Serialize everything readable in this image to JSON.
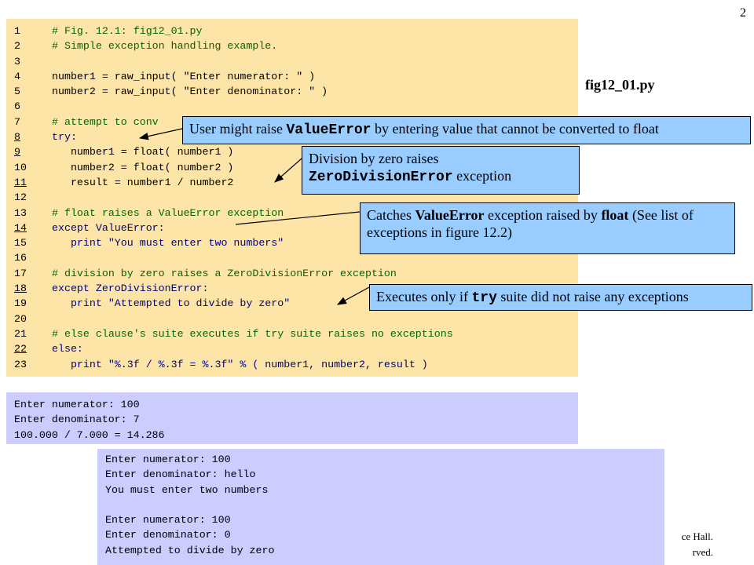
{
  "slide": {
    "page_number": "2",
    "filename": "fig12_01.py",
    "copyright_line1": "ce Hall.",
    "copyright_line2": "rved."
  },
  "code": [
    {
      "num": "1",
      "underline": false,
      "text": "# Fig. 12.1: fig12_01.py",
      "kind": "comment"
    },
    {
      "num": "2",
      "underline": false,
      "text": "# Simple exception handling example.",
      "kind": "comment"
    },
    {
      "num": "3",
      "underline": false,
      "text": "",
      "kind": "plain"
    },
    {
      "num": "4",
      "underline": false,
      "text": "number1 = raw_input( \"Enter numerator: \" )",
      "kind": "plain"
    },
    {
      "num": "5",
      "underline": false,
      "text": "number2 = raw_input( \"Enter denominator: \" )",
      "kind": "plain"
    },
    {
      "num": "6",
      "underline": false,
      "text": "",
      "kind": "plain"
    },
    {
      "num": "7",
      "underline": false,
      "text": "# attempt to conv",
      "kind": "comment"
    },
    {
      "num": "8",
      "underline": true,
      "text": "try:",
      "kind": "keyword"
    },
    {
      "num": "9",
      "underline": true,
      "text": "   number1 = float( number1 )",
      "kind": "plain"
    },
    {
      "num": "10",
      "underline": false,
      "text": "   number2 = float( number2 )",
      "kind": "plain"
    },
    {
      "num": "11",
      "underline": true,
      "text": "   result = number1 / number2",
      "kind": "plain"
    },
    {
      "num": "12",
      "underline": false,
      "text": "",
      "kind": "plain"
    },
    {
      "num": "13",
      "underline": false,
      "text": "# float raises a ValueError exception",
      "kind": "comment"
    },
    {
      "num": "14",
      "underline": true,
      "text": "except ValueError:",
      "kind": "keyword"
    },
    {
      "num": "15",
      "underline": false,
      "text": "   print \"You must enter two numbers\"",
      "kind": "print"
    },
    {
      "num": "16",
      "underline": false,
      "text": "",
      "kind": "plain"
    },
    {
      "num": "17",
      "underline": false,
      "text": "# division by zero raises a ZeroDivisionError exception",
      "kind": "comment"
    },
    {
      "num": "18",
      "underline": true,
      "text": "except ZeroDivisionError:",
      "kind": "keyword"
    },
    {
      "num": "19",
      "underline": false,
      "text": "   print \"Attempted to divide by zero\"",
      "kind": "print"
    },
    {
      "num": "20",
      "underline": false,
      "text": "",
      "kind": "plain"
    },
    {
      "num": "21",
      "underline": false,
      "text": "# else clause's suite executes if try suite raises no exceptions",
      "kind": "comment"
    },
    {
      "num": "22",
      "underline": true,
      "text": "else:",
      "kind": "keyword"
    },
    {
      "num": "23",
      "underline": false,
      "text": "   print \"%.3f / %.3f = %.3f\" % ( number1, number2, result )",
      "kind": "print"
    }
  ],
  "output1": [
    "Enter numerator: 100",
    "Enter denominator: 7",
    "100.000 / 7.000 = 14.286"
  ],
  "output2": [
    "Enter numerator: 100",
    "Enter denominator: hello",
    "You must enter two numbers",
    "",
    "Enter numerator: 100",
    "Enter denominator: 0",
    "Attempted to divide by zero"
  ],
  "callouts": {
    "c1": {
      "pre": "User might raise ",
      "code": "ValueError",
      "post": " by entering value that cannot be converted to float"
    },
    "c2": {
      "line1": "Division by zero raises",
      "code": "ZeroDivisionError",
      "post": " exception"
    },
    "c3": {
      "pre": "Catches ",
      "bold1": "ValueError",
      "mid": " exception raised by ",
      "bold2": "float",
      "post": " (See list of exceptions in figure 12.2)"
    },
    "c4": {
      "pre": "Executes only if ",
      "code": "try",
      "post": " suite did not raise any exceptions"
    }
  }
}
